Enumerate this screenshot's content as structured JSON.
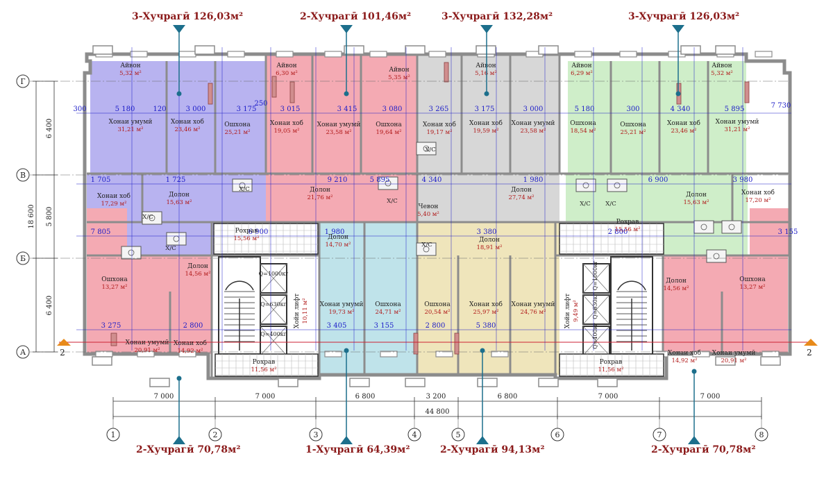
{
  "apartments_top": [
    {
      "label": "3-Хучрагӣ 126,03м²"
    },
    {
      "label": "2-Хучрагӣ 101,46м²"
    },
    {
      "label": "3-Хучрагӣ 132,28м²"
    },
    {
      "label": "3-Хучрагӣ 126,03м²"
    }
  ],
  "apartments_bottom": [
    {
      "label": "2-Хучрагӣ 70,78м²"
    },
    {
      "label": "1-Хучрагӣ 64,39м²"
    },
    {
      "label": "2-Хучрагӣ 94,13м²"
    },
    {
      "label": "2-Хучрагӣ 70,78м²"
    }
  ],
  "axes": {
    "rows": [
      "Г",
      "В",
      "Б",
      "А"
    ],
    "columns": [
      "1",
      "2",
      "3",
      "4",
      "5",
      "6",
      "7",
      "8"
    ],
    "section_marks": [
      "2",
      "2"
    ]
  },
  "dimensions": {
    "left_total": "18 600",
    "left_segments": [
      "6 400",
      "5 800",
      "6 400"
    ],
    "bottom_segments": [
      "7 000",
      "7 000",
      "6 800",
      "3 200",
      "6 800",
      "7 000",
      "7 000"
    ],
    "bottom_total": "44 800"
  },
  "rooms": [
    {
      "name": "Айвон",
      "area": "5,32 м²"
    },
    {
      "name": "Хонаи умумӣ",
      "area": "31,21 м²"
    },
    {
      "name": "Хонаи хоб",
      "area": "23,46 м²"
    },
    {
      "name": "Ошхона",
      "area": "25,21 м²"
    },
    {
      "name": "Айвон",
      "area": "6,30 м²"
    },
    {
      "name": "Хонаи хоб",
      "area": "19,05 м²"
    },
    {
      "name": "Хонаи умумӣ",
      "area": "23,58 м²"
    },
    {
      "name": "Айвон",
      "area": "5,35 м²"
    },
    {
      "name": "Ошхона",
      "area": "19,64 м²"
    },
    {
      "name": "Хонаи хоб",
      "area": "19,17 м²"
    },
    {
      "name": "Айвон",
      "area": "5,16 м²"
    },
    {
      "name": "Хонаи хоб",
      "area": "19,59 м²"
    },
    {
      "name": "Хонаи умумӣ",
      "area": "23,58 м²"
    },
    {
      "name": "Айвон",
      "area": "6,29 м²"
    },
    {
      "name": "Ошхона",
      "area": "18,54 м²"
    },
    {
      "name": "Ошхона",
      "area": "25,21 м²"
    },
    {
      "name": "Хонаи хоб",
      "area": "23,46 м²"
    },
    {
      "name": "Айвон",
      "area": "5,32 м²"
    },
    {
      "name": "Хонаи умумӣ",
      "area": "31,21 м²"
    },
    {
      "name": "Хонаи хоб",
      "area": "17,29 м²"
    },
    {
      "name": "Долон",
      "area": "15,63 м²"
    },
    {
      "name": "Долон",
      "area": "21,76 м²"
    },
    {
      "name": "Долон",
      "area": "27,74 м²"
    },
    {
      "name": "Долон",
      "area": "15,63 м²"
    },
    {
      "name": "Хонаи хоб",
      "area": "17,20 м²"
    },
    {
      "name": "Чевон",
      "area": "5,40 м²"
    },
    {
      "name": "Рохрав",
      "area": "15,56 м²"
    },
    {
      "name": "Рохрав",
      "area": "15,56 м²"
    },
    {
      "name": "Долон",
      "area": "14,70 м²"
    },
    {
      "name": "Долон",
      "area": "18,91 м²"
    },
    {
      "name": "Долон",
      "area": "14,56 м²"
    },
    {
      "name": "Долон",
      "area": "14,56 м²"
    },
    {
      "name": "Ошхона",
      "area": "13,27 м²"
    },
    {
      "name": "Ошхона",
      "area": "13,27 м²"
    },
    {
      "name": "Хонаи умумӣ",
      "area": "19,73 м²"
    },
    {
      "name": "Ошхона",
      "area": "24,71 м²"
    },
    {
      "name": "Ошхона",
      "area": "20,54 м²"
    },
    {
      "name": "Хонаи хоб",
      "area": "25,97 м²"
    },
    {
      "name": "Хонаи умумӣ",
      "area": "24,76 м²"
    },
    {
      "name": "Хонаи умумӣ",
      "area": "20,91 м²"
    },
    {
      "name": "Хонаи хоб",
      "area": "14,92 м²"
    },
    {
      "name": "Хонаи хоб",
      "area": "14,92 м²"
    },
    {
      "name": "Хонаи умумӣ",
      "area": "20,91 м²"
    },
    {
      "name": "Рохрав",
      "area": "11,56 м²"
    },
    {
      "name": "Рохрав",
      "area": "11,56 м²"
    }
  ],
  "small_rooms": [
    {
      "label": "Х/С"
    },
    {
      "label": "Х/С"
    },
    {
      "label": "Х/С"
    },
    {
      "label": "Х/С"
    },
    {
      "label": "Х/С"
    },
    {
      "label": "Х/С"
    },
    {
      "label": "Х/С"
    },
    {
      "label": "Х/С"
    }
  ],
  "lift_labels": [
    "Хойи лифт",
    "Хойи лифт"
  ],
  "lift_areas": [
    "10,11 м²",
    "9,49 м²"
  ],
  "lift_capacity": [
    "Q=1000кг",
    "Q=630кг",
    "Q=400кг"
  ],
  "inner_dims": [
    "300",
    "5 180",
    "120",
    "3 000",
    "3 175",
    "250",
    "3 015",
    "3 415",
    "3 080",
    "3 265",
    "3 175",
    "3 000",
    "5 180",
    "300",
    "4 340",
    "5 895",
    "7 730",
    "1 705",
    "1 725",
    "9 210",
    "5 895",
    "4 340",
    "1 980",
    "6 900",
    "3 980",
    "7 805",
    "6 900",
    "1 980",
    "3 380",
    "2 800",
    "3 155",
    "3 275",
    "2 800",
    "3 405",
    "3 155",
    "2 800",
    "5 380"
  ],
  "colors": {
    "violet": "#b8b3f0",
    "pink": "#f4aab3",
    "gray": "#d7d7d7",
    "green": "#cfeec9",
    "cyan": "#bfe3ea",
    "tan": "#efe5bb",
    "white": "#ffffff",
    "wall": "#8c8c8c",
    "blue_dim": "#1b1bc8",
    "red_title": "#8b1a1a",
    "marker": "#1c6f8c",
    "section": "#e88a1a"
  }
}
